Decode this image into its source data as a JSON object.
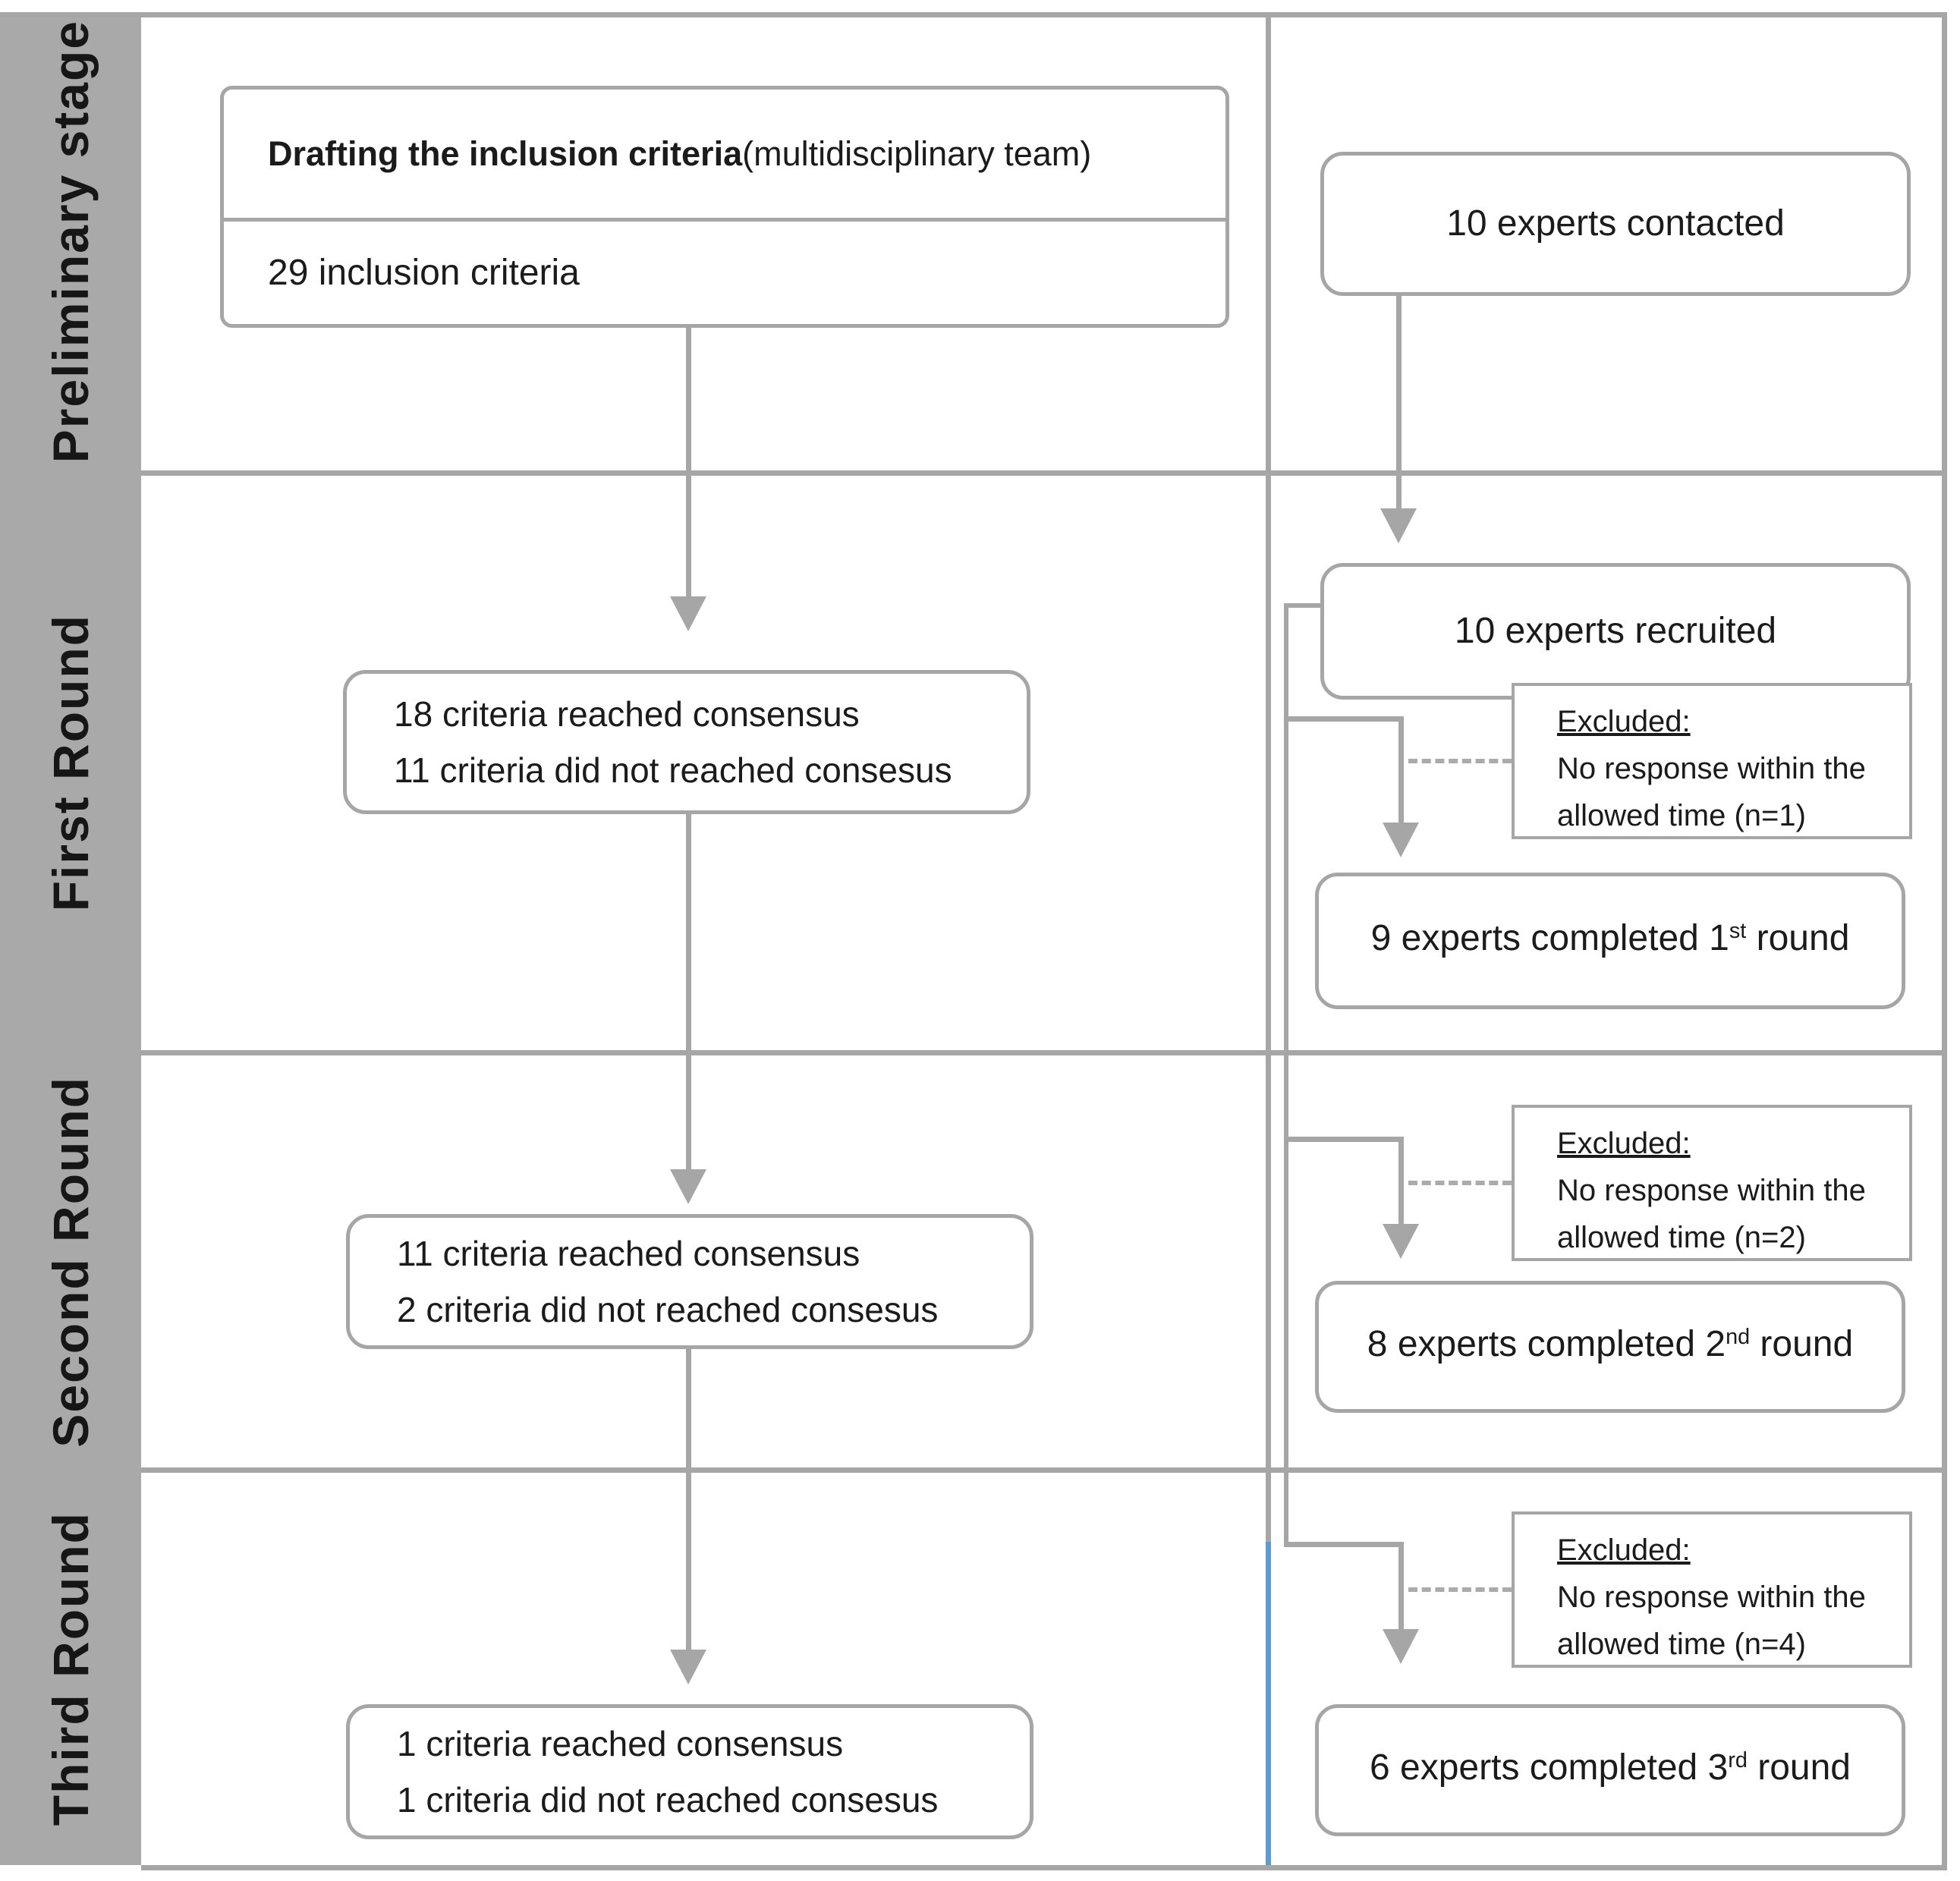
{
  "diagram_title": "Delphi consensus flow diagram",
  "colors": {
    "line_gray": "#a6a6a6",
    "sidebar_gray": "#a9a9a9",
    "accent_blue": "#5b9bd5",
    "text": "#1b1b1b"
  },
  "sidebar": {
    "labels": [
      {
        "text": "Preliminary stage"
      },
      {
        "text": "First Round"
      },
      {
        "text": "Second Round"
      },
      {
        "text": "Third Round"
      }
    ]
  },
  "preliminary": {
    "drafting_box": {
      "title_bold": "Drafting the inclusion criteria",
      "title_rest": " (multidisciplinary team)",
      "subtitle": "29 inclusion criteria"
    },
    "contacted_box": {
      "label": "10 experts contacted"
    }
  },
  "first_round": {
    "consensus_box": {
      "line1": "18 criteria reached consensus",
      "line2": "11 criteria did not reached consesus"
    },
    "recruited_box": {
      "label": "10 experts recruited"
    },
    "excluded_box": {
      "heading": "Excluded:",
      "line1": "No response within the",
      "line2": "allowed time (n=1)"
    },
    "completed_box": {
      "prefix": "9 experts completed 1",
      "sup": "st",
      "suffix": " round"
    }
  },
  "second_round": {
    "consensus_box": {
      "line1": "11 criteria reached consensus",
      "line2": "2 criteria did not reached consesus"
    },
    "excluded_box": {
      "heading": "Excluded:",
      "line1": "No response within the",
      "line2": "allowed time (n=2)"
    },
    "completed_box": {
      "prefix": "8 experts completed 2",
      "sup": "nd",
      "suffix": " round"
    }
  },
  "third_round": {
    "consensus_box": {
      "line1": "1 criteria reached consensus",
      "line2": "1 criteria did not reached consesus"
    },
    "excluded_box": {
      "heading": "Excluded:",
      "line1": "No response within the",
      "line2": "allowed time (n=4)"
    },
    "completed_box": {
      "prefix": "6 experts completed 3",
      "sup": "rd",
      "suffix": " round"
    }
  }
}
